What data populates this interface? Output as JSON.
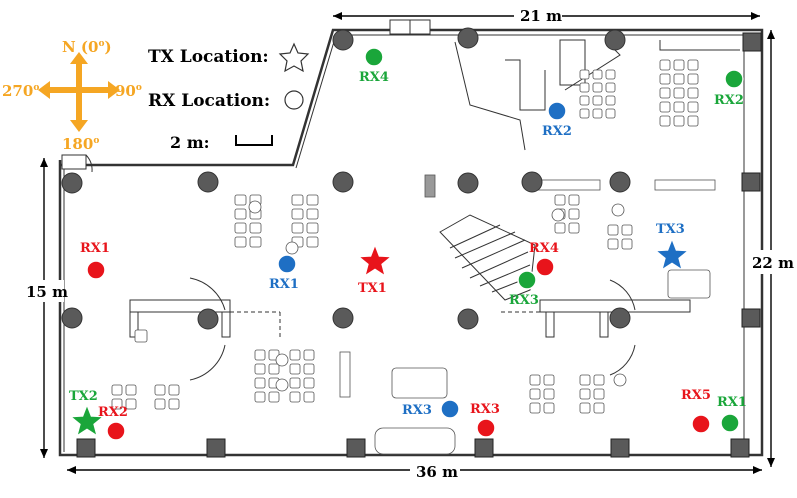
{
  "compass": {
    "north": "N (0",
    "east": "90",
    "south": "180",
    "west": "270",
    "degree_mark": "o",
    "color": "#f5a623"
  },
  "legend": {
    "tx_label": "TX Location:",
    "rx_label": "RX Location:",
    "scale_label": "2 m:"
  },
  "dimensions": {
    "top": "21 m",
    "left": "15 m",
    "right": "22 m",
    "bottom": "36 m"
  },
  "colors": {
    "red": "#e8141b",
    "blue": "#1e6fc4",
    "green": "#1aa63a",
    "pillar": "#5a5a5a",
    "wall": "#333333"
  },
  "markers": [
    {
      "kind": "tx",
      "label": "TX1",
      "color": "red"
    },
    {
      "kind": "tx",
      "label": "TX2",
      "color": "green"
    },
    {
      "kind": "tx",
      "label": "TX3",
      "color": "blue"
    },
    {
      "kind": "rx",
      "label": "RX1",
      "color": "red"
    },
    {
      "kind": "rx",
      "label": "RX2",
      "color": "red"
    },
    {
      "kind": "rx",
      "label": "RX3",
      "color": "red"
    },
    {
      "kind": "rx",
      "label": "RX4",
      "color": "red"
    },
    {
      "kind": "rx",
      "label": "RX5",
      "color": "red"
    },
    {
      "kind": "rx",
      "label": "RX1",
      "color": "blue"
    },
    {
      "kind": "rx",
      "label": "RX2",
      "color": "blue"
    },
    {
      "kind": "rx",
      "label": "RX3",
      "color": "blue"
    },
    {
      "kind": "rx",
      "label": "RX1",
      "color": "green"
    },
    {
      "kind": "rx",
      "label": "RX2",
      "color": "green"
    },
    {
      "kind": "rx",
      "label": "RX3",
      "color": "green"
    },
    {
      "kind": "rx",
      "label": "RX4",
      "color": "green"
    }
  ]
}
